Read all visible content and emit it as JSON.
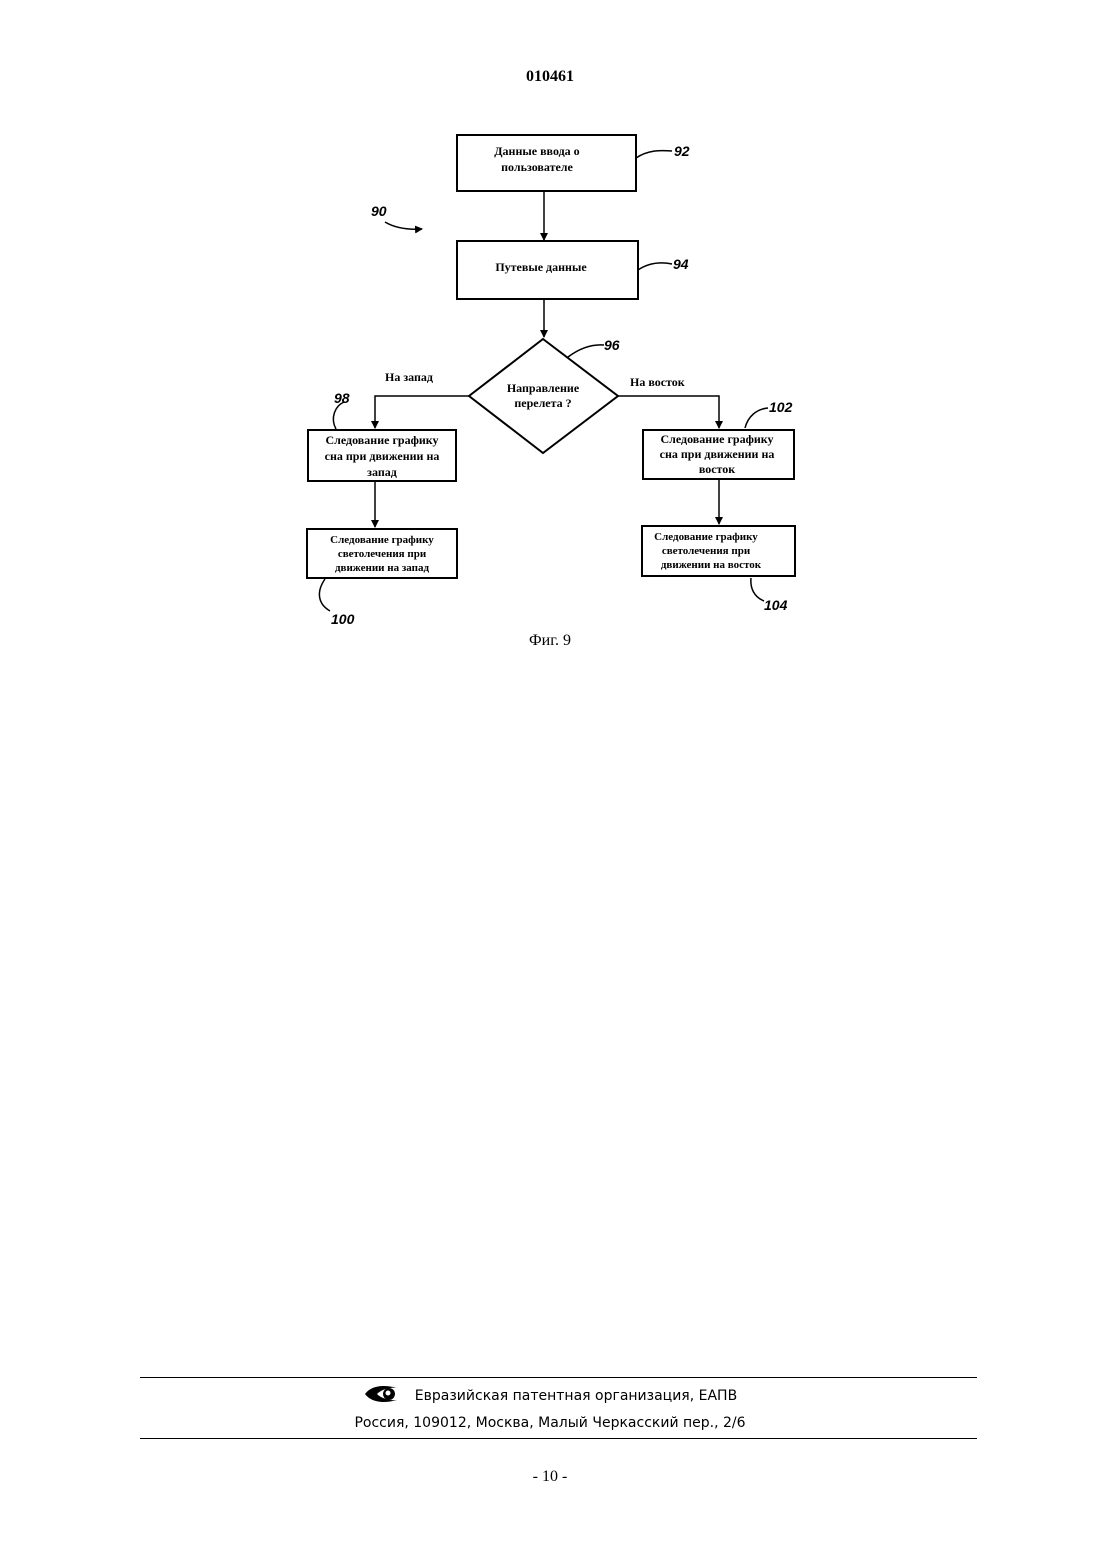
{
  "document": {
    "patent_number": "010461",
    "figure_caption": "Фиг. 9",
    "page_number": "- 10 -"
  },
  "diagram": {
    "ref_main": "90",
    "boxes": {
      "user_input": {
        "ref": "92",
        "lines": [
          "Данные ввода о",
          "пользователе"
        ]
      },
      "travel_data": {
        "ref": "94",
        "lines": [
          "Путевые данные"
        ]
      },
      "decision": {
        "ref": "96",
        "lines": [
          "Направление",
          "перелета ?"
        ]
      },
      "west_sleep": {
        "ref": "98",
        "lines": [
          "Следование графику",
          "сна при движении на",
          "запад"
        ]
      },
      "west_light": {
        "ref": "100",
        "lines": [
          "Следование графику",
          "светолечения при",
          "движении на запад"
        ]
      },
      "east_sleep": {
        "ref": "102",
        "lines": [
          "Следование графику",
          "сна при движении на",
          "восток"
        ]
      },
      "east_light": {
        "ref": "104",
        "lines": [
          "Следование графику",
          "светолечения при",
          "движении на восток"
        ]
      }
    },
    "branches": {
      "west": "На запад",
      "east": "На восток"
    }
  },
  "footer": {
    "organization": "Евразийская патентная организация, ЕАПВ",
    "address": "Россия, 109012, Москва, Малый Черкасский пер., 2/6"
  }
}
